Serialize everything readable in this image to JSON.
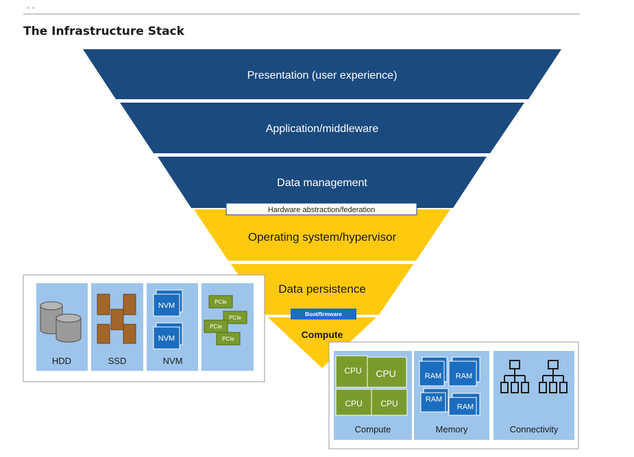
{
  "title": "The Infrastructure Stack",
  "colors": {
    "navy": "#1a4a7e",
    "yellow": "#ffc90e",
    "light_blue": "#9dc4ea",
    "blue_card": "#1b6dbf",
    "olive_card": "#7a9b2c",
    "dark_olive": "#4f6a17",
    "ssd_brown": "#a3662a",
    "hdd_gray": "#9a9a9a"
  },
  "layers": [
    {
      "label": "Presentation (user experience)",
      "color": "navy"
    },
    {
      "label": "Application/middleware",
      "color": "navy"
    },
    {
      "label": "Data management",
      "color": "navy"
    },
    {
      "label": "Operating system/hypervisor",
      "color": "yellow"
    },
    {
      "label": "Data persistence",
      "color": "yellow"
    },
    {
      "label": "Compute",
      "color": "yellow"
    }
  ],
  "bars": {
    "hw_abstraction": "Hardware abstraction/federation",
    "boot": "Boot/firmware"
  },
  "storage": {
    "tiles": [
      {
        "label": "HDD",
        "icon": "hdd-icon"
      },
      {
        "label": "SSD",
        "icon": "ssd-icon"
      },
      {
        "label": "NVM",
        "icon": "nvm-icon",
        "card_text": "NVM"
      },
      {
        "label": "",
        "icon": "pcie-icon",
        "card_text": "PCIe"
      }
    ]
  },
  "compute": {
    "tiles": [
      {
        "label": "Compute",
        "icon": "cpu-icon",
        "card_text": "CPU"
      },
      {
        "label": "Memory",
        "icon": "ram-icon",
        "card_text": "RAM"
      },
      {
        "label": "Connectivity",
        "icon": "network-icon"
      }
    ]
  }
}
